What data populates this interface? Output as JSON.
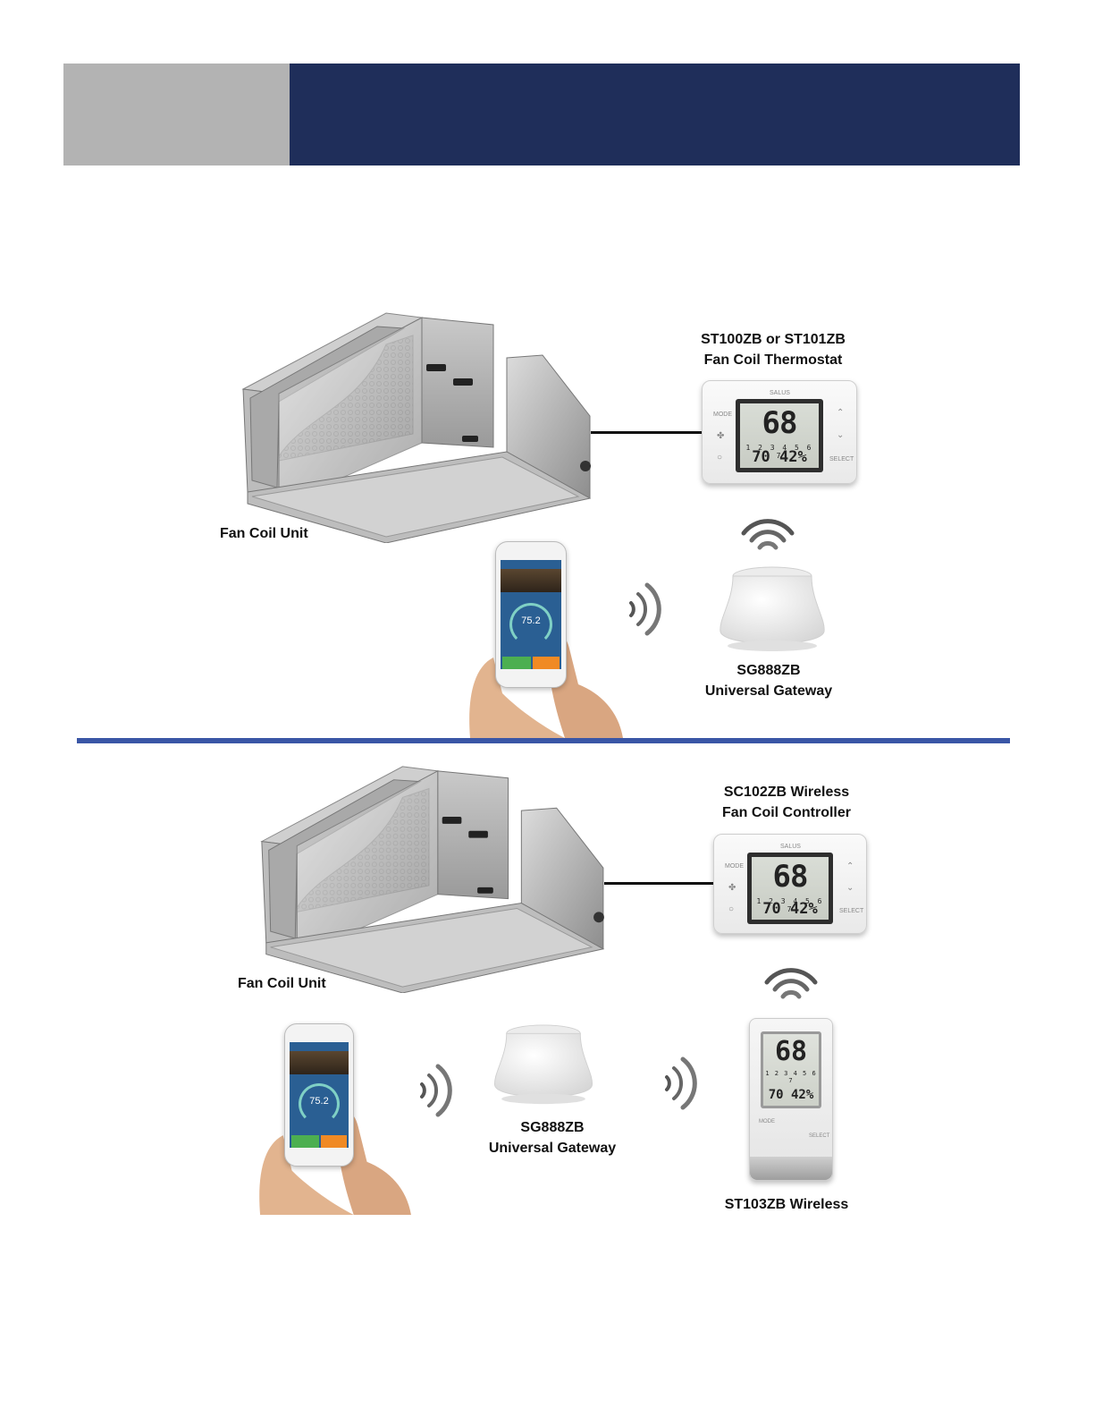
{
  "diagram1": {
    "thermostat_label": [
      "ST100ZB or ST101ZB",
      "Fan Coil Thermostat"
    ],
    "fcu_label": "Fan Coil Unit",
    "gateway_label": [
      "SG888ZB",
      "Universal Gateway"
    ],
    "display": {
      "setpoint": "68",
      "days": "1 2 3 4 5 6 7",
      "readout": "70 42%"
    },
    "phone_temp": "75.2"
  },
  "diagram2": {
    "controller_label": [
      "SC102ZB Wireless",
      "Fan Coil Controller"
    ],
    "fcu_label": "Fan Coil Unit",
    "gateway_label": [
      "SG888ZB",
      "Universal Gateway"
    ],
    "wireless_label": "ST103ZB Wireless",
    "display": {
      "setpoint": "68",
      "days": "1 2 3 4 5 6 7",
      "readout": "70 42%"
    },
    "phone_temp": "75.2"
  },
  "thermostat_buttons": {
    "mode": "MODE",
    "select": "SELECT",
    "brand": "SALUS"
  },
  "colors": {
    "header_gray": "#b3b3b3",
    "header_navy": "#1f2e5a",
    "divider": "#3a56a6"
  }
}
